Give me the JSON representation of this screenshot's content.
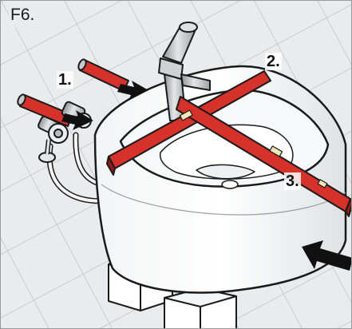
{
  "figure": {
    "label": "F6."
  },
  "steps": [
    "1.",
    "2.",
    "3."
  ],
  "colors": {
    "tile_background": "#e9ebec",
    "tile_grout": "#c9cdd0",
    "level_red": "#d6312b",
    "level_dark": "#8e1e1a",
    "ceramic": "#ffffff",
    "outline": "#1a1a1a",
    "metal": "#b9bcbf",
    "arrow": "#111111"
  },
  "icons": [
    "spirit-level-icon",
    "wall-plug-icon",
    "angle-valve-icon",
    "faucet-icon",
    "push-arrow-icon"
  ]
}
